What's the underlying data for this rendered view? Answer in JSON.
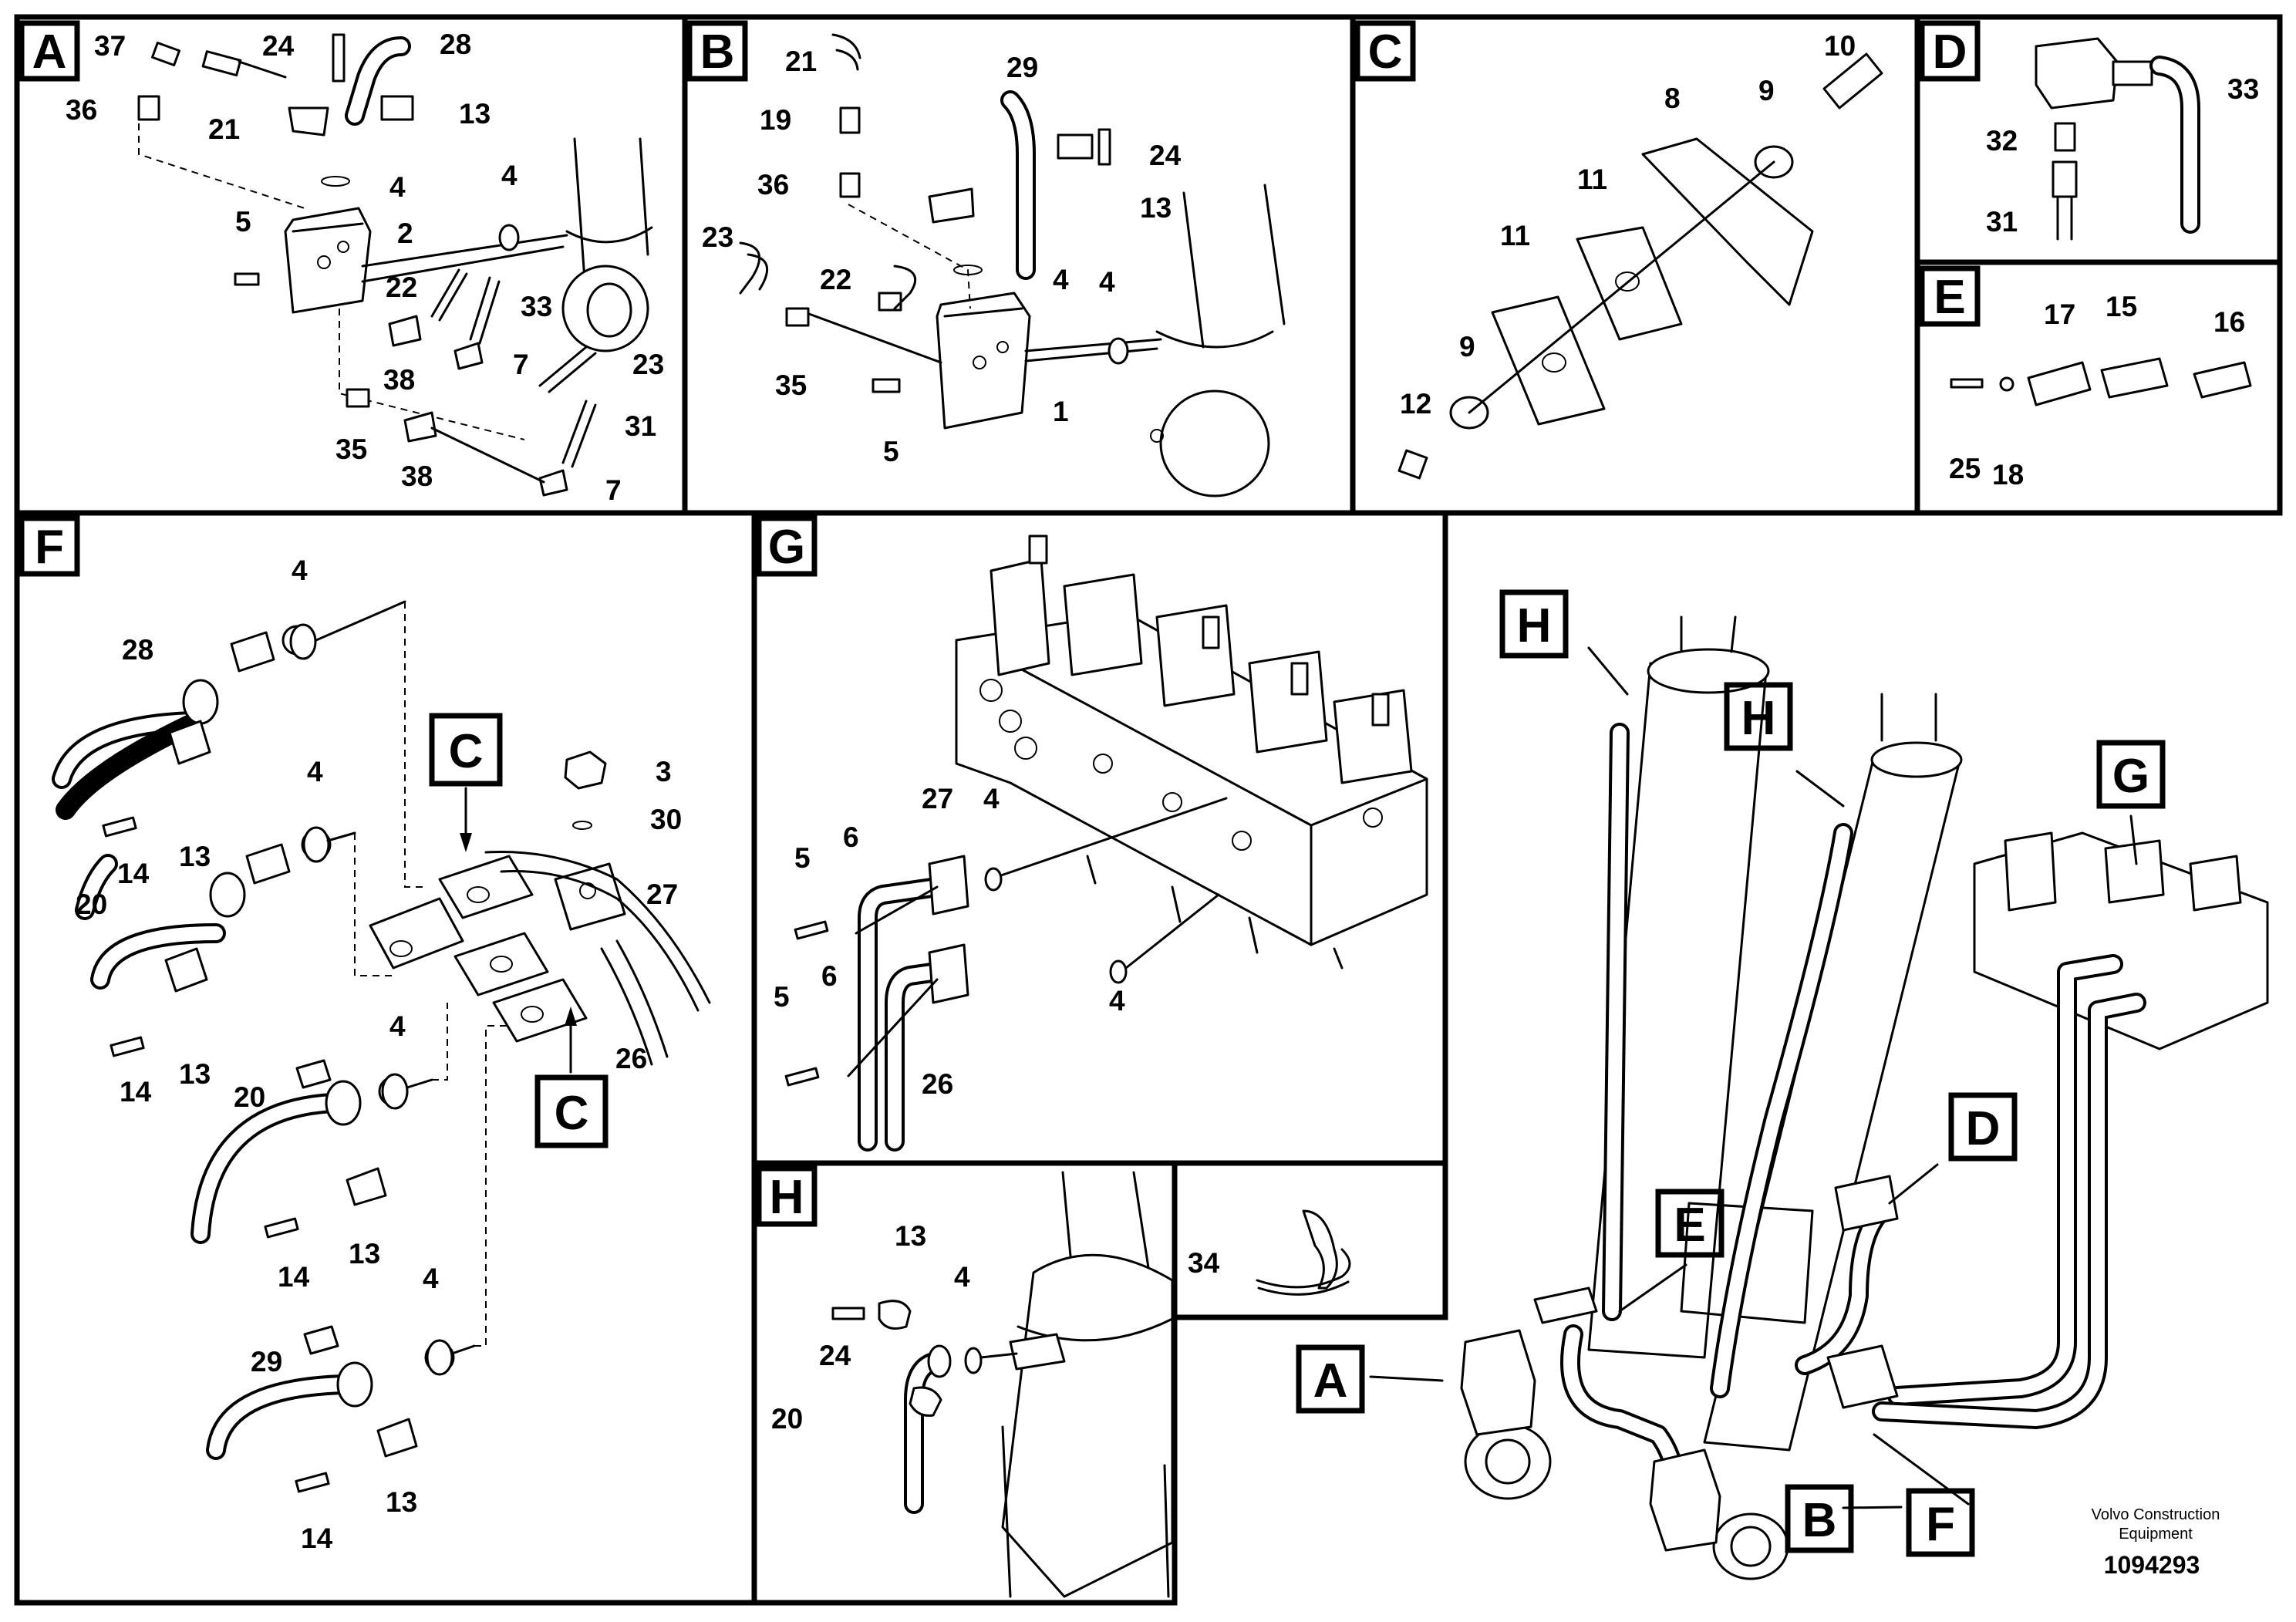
{
  "panels": [
    {
      "letter": "A"
    },
    {
      "letter": "B"
    },
    {
      "letter": "C"
    },
    {
      "letter": "D"
    },
    {
      "letter": "E"
    },
    {
      "letter": "F"
    },
    {
      "letter": "G"
    },
    {
      "letter": "H"
    }
  ],
  "detail_markers": {
    "f_c_top": "C",
    "f_c_bottom": "C",
    "main_h1": "H",
    "main_h2": "H",
    "main_g": "G",
    "main_d": "D",
    "main_e": "E",
    "main_a": "A",
    "main_b": "B",
    "main_f": "F"
  },
  "callouts": {
    "A": [
      "37",
      "24",
      "28",
      "36",
      "21",
      "13",
      "4",
      "4",
      "5",
      "2",
      "22",
      "33",
      "38",
      "7",
      "23",
      "35",
      "31",
      "38",
      "7"
    ],
    "B": [
      "21",
      "29",
      "19",
      "24",
      "36",
      "13",
      "23",
      "22",
      "4",
      "4",
      "35",
      "1",
      "5"
    ],
    "C": [
      "10",
      "8",
      "9",
      "11",
      "11",
      "9",
      "12"
    ],
    "D": [
      "33",
      "32",
      "31"
    ],
    "E": [
      "17",
      "15",
      "16",
      "25",
      "18"
    ],
    "F": [
      "4",
      "28",
      "4",
      "13",
      "14",
      "3",
      "30",
      "20",
      "27",
      "13",
      "14",
      "4",
      "26",
      "20",
      "13",
      "14",
      "4",
      "29",
      "13",
      "14"
    ],
    "G": [
      "27",
      "4",
      "5",
      "6",
      "5",
      "6",
      "4",
      "26"
    ],
    "H": [
      "13",
      "4",
      "24",
      "20"
    ],
    "misc": [
      "34"
    ]
  },
  "brand": {
    "line1": "Volvo Construction",
    "line2": "Equipment"
  },
  "document_number": "1094293"
}
